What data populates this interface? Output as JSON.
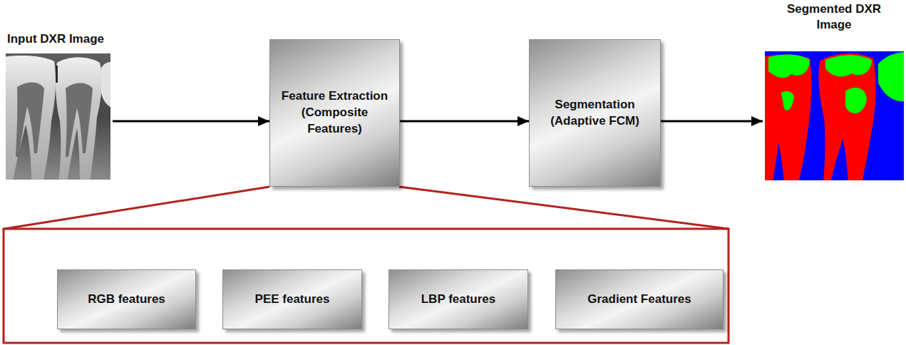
{
  "diagram": {
    "nodes": [
      {
        "text": [
          "Input DXR Image"
        ]
      },
      {
        "text": [
          "Feature Extraction (Composite Features)"
        ]
      },
      {
        "text": [
          "Segmentation (Adaptive FCM)"
        ]
      },
      {
        "text": [
          "Segmented DXR Image"
        ]
      },
      {
        "text": [
          "RGB features"
        ]
      },
      {
        "text": [
          "PEE features"
        ]
      },
      {
        "text": [
          "LBP features"
        ]
      },
      {
        "text": [
          "Gradient Features"
        ]
      }
    ],
    "edges": [
      {
        "from": 0,
        "to": 1,
        "arrow": "to"
      },
      {
        "from": 1,
        "to": 2,
        "arrow": "to"
      },
      {
        "from": 2,
        "to": 3,
        "arrow": "to"
      }
    ]
  }
}
